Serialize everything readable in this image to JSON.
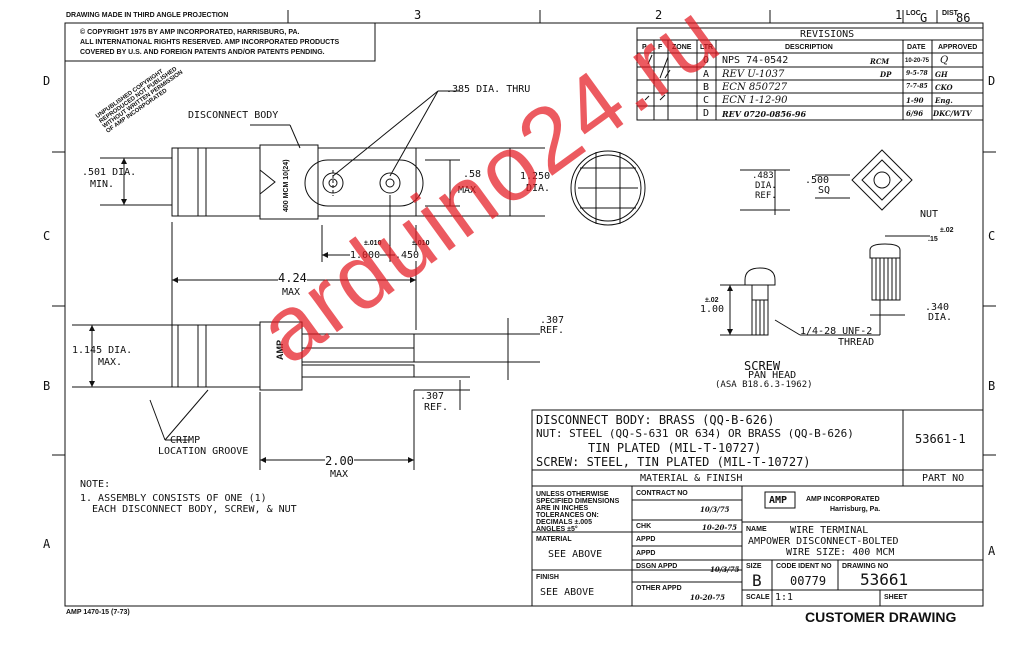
{
  "frame": {
    "top_note": "DRAWING MADE IN THIRD ANGLE PROJECTION",
    "zone_cols": [
      "3",
      "2",
      "1"
    ],
    "zone_rows": [
      "D",
      "C",
      "B",
      "A"
    ],
    "loc_label": "LOC",
    "loc_value": "G",
    "dist_label": "DIST",
    "dist_value": "86",
    "form_no": "AMP 1470-15 (7-73)"
  },
  "copyright": {
    "line1": "© COPYRIGHT 1975 BY AMP INCORPORATED, HARRISBURG, PA.",
    "line2": "ALL INTERNATIONAL RIGHTS RESERVED. AMP INCORPORATED PRODUCTS",
    "line3": "COVERED BY U.S. AND FOREIGN PATENTS AND/OR PATENTS PENDING.",
    "stamp": [
      "UNPUBLISHED COPYRIGHT",
      "REPRODUCED NOT PUBLISHED",
      "WITHOUT WRITTEN PERMISSION",
      "OF AMP INCORPORATED"
    ]
  },
  "revisions": {
    "title": "REVISIONS",
    "headers": [
      "P",
      "F",
      "ZONE",
      "LTR",
      "DESCRIPTION",
      "DATE",
      "APPROVED"
    ],
    "rows": [
      {
        "ltr": "O",
        "desc": "NPS 74-0542",
        "init": "RCM",
        "date": "10-20-75",
        "appr": "Q"
      },
      {
        "ltr": "A",
        "desc": "REV U-1037",
        "init": "DP",
        "date": "9-5-78",
        "appr": "GH"
      },
      {
        "ltr": "B",
        "desc": "ECN 850727",
        "init": "",
        "date": "7-7-85",
        "appr": "CKO"
      },
      {
        "ltr": "C",
        "desc": "ECN 1-12-90",
        "init": "",
        "date": "1-90",
        "appr": "Eng."
      },
      {
        "ltr": "D",
        "desc": "REV 0720-0856-96",
        "init": "",
        "date": "6/96",
        "appr": "DKC/WTV"
      }
    ]
  },
  "drawing": {
    "disconnect_body": "DISCONNECT BODY",
    "hole_dia": ".385 DIA. THRU",
    "dia_501": ".501 DIA.",
    "min": "MIN.",
    "body_mark": "400 MCM 10(24)",
    "dim_58": ".58",
    "max": "MAX",
    "dim_1250": "1.250",
    "dia": "DIA.",
    "tol_010a": "±.010",
    "tol_010b": "±.010",
    "dim_1000": "1.000",
    "dim_450": ".450",
    "dim_424": "4.24",
    "max2": "MAX",
    "dim_483": ".483",
    "dia2": "DIA.",
    "ref": "REF.",
    "dim_500": ".500",
    "sq": "SQ",
    "nut": "NUT",
    "tol_02a": "±.02",
    "dim_15": ".15",
    "tol_02b": "±.02",
    "dim_100": "1.00",
    "dim_340": ".340",
    "dia3": "DIA.",
    "thread_spec": "1/4-28 UNF-2",
    "thread": "THREAD",
    "screw": "SCREW",
    "pan_head": "PAN HEAD",
    "asa": "(ASA B18.6.3-1962)",
    "dim_1145": "1.145 DIA.",
    "max3": "MAX.",
    "amp_mark": "AMP",
    "dim_307a": ".307",
    "ref2": "REF.",
    "dim_307b": ".307",
    "ref3": "REF.",
    "crimp": "CRIMP",
    "crimp_groove": "LOCATION GROOVE",
    "dim_200": "2.00",
    "max4": "MAX",
    "note_title": "NOTE:",
    "note_1a": "1. ASSEMBLY CONSISTS OF ONE (1)",
    "note_1b": "EACH DISCONNECT BODY, SCREW, & NUT"
  },
  "material_box": {
    "line1": "DISCONNECT BODY: BRASS (QQ-B-626)",
    "line2": "NUT: STEEL (QQ-S-631 OR 634) OR BRASS (QQ-B-626)",
    "line3": "TIN PLATED (MIL-T-10727)",
    "line4": "SCREW: STEEL, TIN PLATED (MIL-T-10727)",
    "part_no_value": "53661-1",
    "material_finish_label": "MATERIAL & FINISH",
    "part_no_label": "PART NO"
  },
  "title_block": {
    "tol_1": "UNLESS OTHERWISE",
    "tol_2": "SPECIFIED DIMENSIONS",
    "tol_3": "ARE IN INCHES",
    "tol_4": "TOLERANCES ON:",
    "tol_5": "DECIMALS ±.005",
    "tol_6": "ANGLES ±5°",
    "contract_label": "CONTRACT NO",
    "dr_date": "10/3/75",
    "chk_label": "CHK",
    "chk_date": "10-20-75",
    "appd_label1": "APPD",
    "appd_label2": "APPD",
    "material_label": "MATERIAL",
    "material_value": "SEE ABOVE",
    "finish_label": "FINISH",
    "finish_value": "SEE ABOVE",
    "dsgn_label": "DSGN APPD",
    "dsgn_date": "10/3/75",
    "other_label": "OTHER APPD",
    "other_date": "10-20-75",
    "logo": "AMP",
    "company": "AMP INCORPORATED",
    "city": "Harrisburg, Pa.",
    "name_label": "NAME",
    "name_1": "WIRE TERMINAL",
    "name_2": "AMPOWER DISCONNECT-BOLTED",
    "name_3": "WIRE SIZE: 400 MCM",
    "size_label": "SIZE",
    "size_value": "B",
    "code_label": "CODE IDENT NO",
    "code_value": "00779",
    "dwg_label": "DRAWING NO",
    "dwg_value": "53661",
    "scale_label": "SCALE",
    "scale_value": "1:1",
    "sheet_label": "SHEET",
    "customer": "CUSTOMER DRAWING"
  },
  "watermark": "arduino24.ru"
}
